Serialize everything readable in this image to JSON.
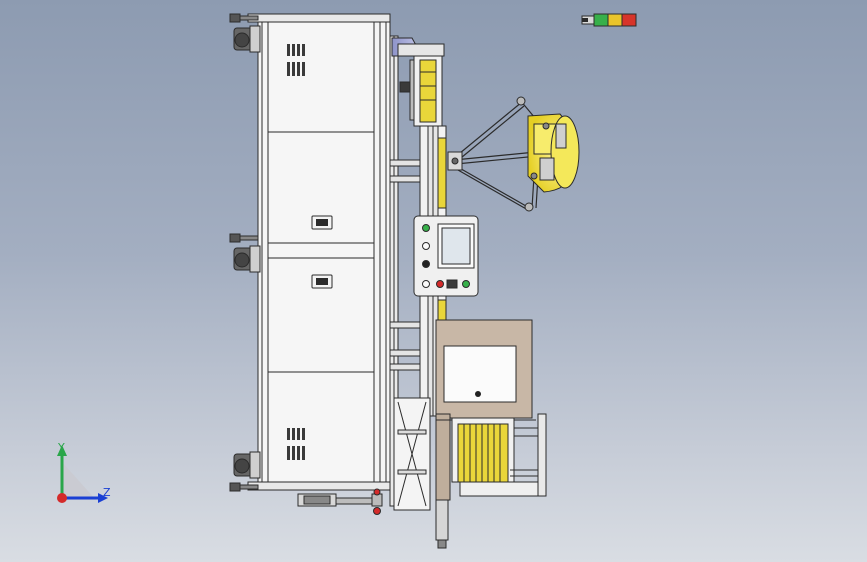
{
  "viewport": {
    "background_top": "#8d9bb1",
    "background_bottom": "#d9dde3"
  },
  "triad": {
    "y_axis": {
      "label": "Y",
      "color": "#2aa64a"
    },
    "z_axis": {
      "label": "Z",
      "color": "#1a3fd4"
    },
    "origin_color": "#d42a2a"
  },
  "signal_tower": {
    "segments": [
      {
        "name": "green",
        "color": "#37b04a"
      },
      {
        "name": "yellow",
        "color": "#e9c42b"
      },
      {
        "name": "red",
        "color": "#d7342a"
      }
    ]
  },
  "colors": {
    "frame": "#f2f2f2",
    "outline": "#2b2b2b",
    "yellow": "#e9d63a",
    "robot_yellow": "#f2e23b",
    "tan": "#c8b7a6",
    "panel": "#ededed",
    "screen": "#dfe6ec"
  }
}
